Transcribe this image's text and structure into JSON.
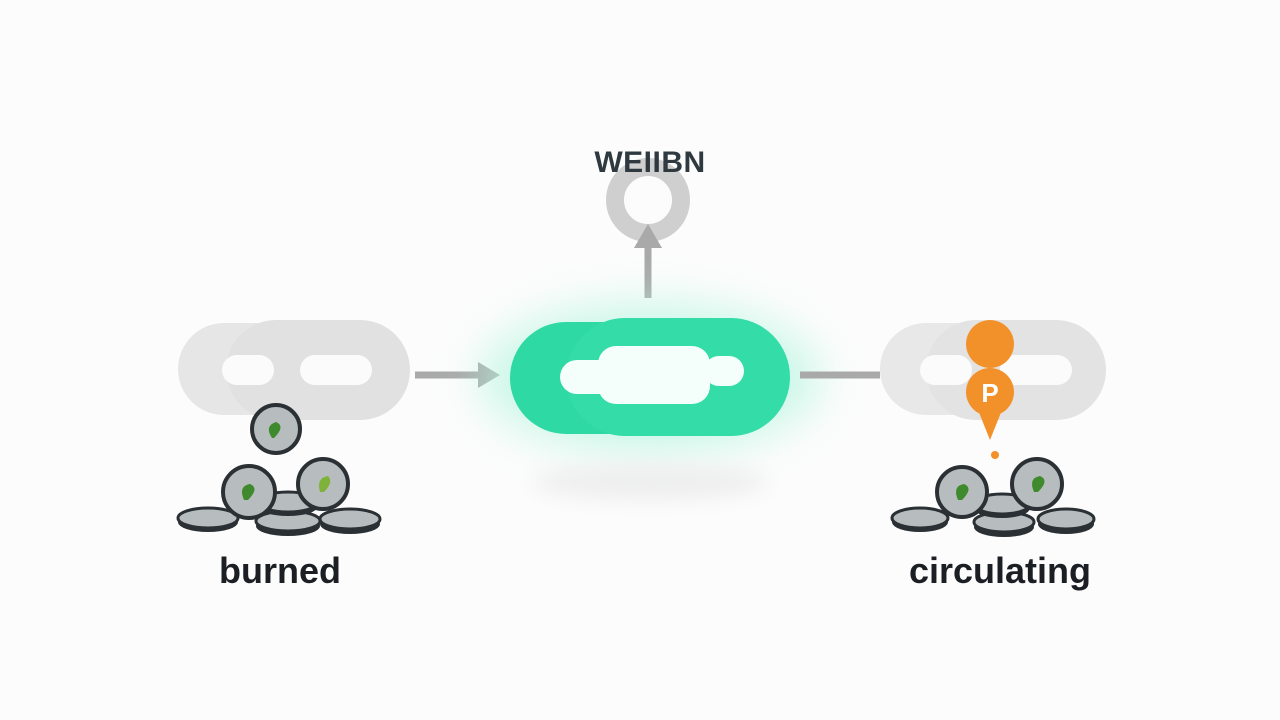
{
  "diagram": {
    "top_label": "WEIIBN",
    "left_label": "burned",
    "right_label": "circulating",
    "marker_letter": "P",
    "colors": {
      "center_chain": "#2fd9a3",
      "center_glow": "#9ff2d5",
      "faded_chain": "#e3e3e3",
      "arrow": "#a9a9a9",
      "coin_face": "#b7bcbf",
      "coin_edge": "#2b3035",
      "leaf": "#3f8a2c",
      "marker": "#f2912a"
    }
  }
}
